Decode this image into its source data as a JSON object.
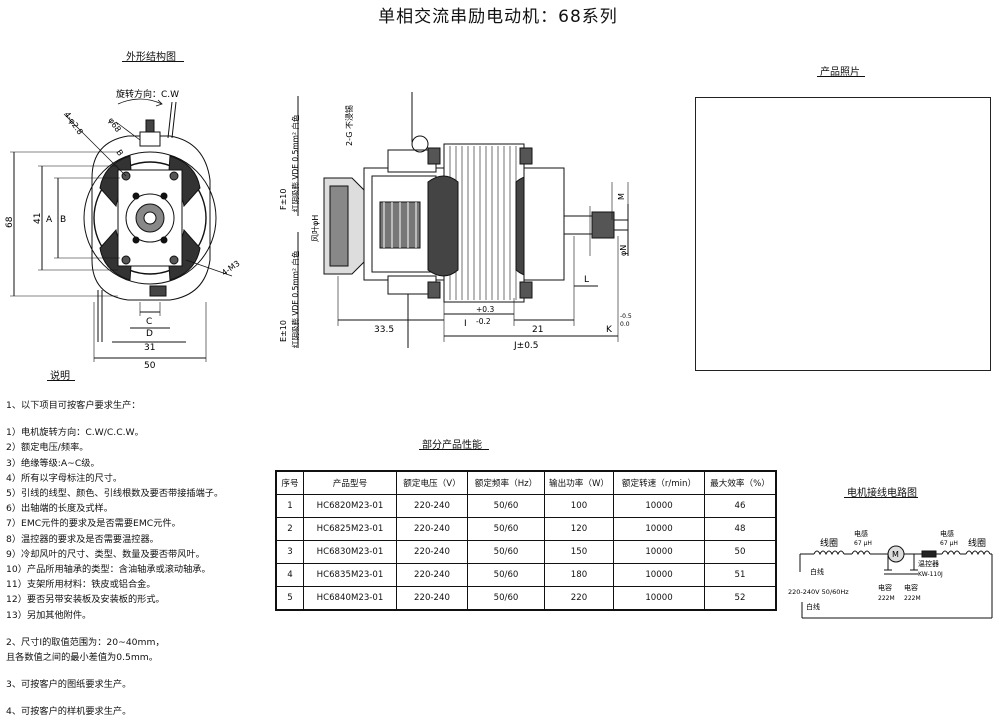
{
  "title": "单相交流串励电动机：68系列",
  "sections": {
    "outline": "外形结构图",
    "photo": "产品照片",
    "notes": "说明",
    "performance": "部分产品性能",
    "wiring": "电机接线电路图"
  },
  "front_view": {
    "rotation": "旋转方向：C.W",
    "dim_68": "68",
    "dim_41": "41",
    "dim_A": "A",
    "dim_B": "B",
    "dim_C": "C",
    "dim_D": "D",
    "dim_31": "31",
    "dim_50": "50",
    "hole1": "4-φ2.8",
    "hole2": "4-M3",
    "phi68": "φ68",
    "letter_b": "B"
  },
  "side_view": {
    "lead_top": "红阴吸膨 VDE 0.5mm² 白色",
    "lead_bottom": "红阴吸膨 VDE 0.5mm² 白色",
    "F_top": "F±10",
    "E_bottom": "E±10",
    "fan": "风叶φH",
    "terminal": "2-G 不浸锡",
    "dim_335": "33.5",
    "dim_I": "I",
    "dim_I_tol_up": "+0.3",
    "dim_I_tol_dn": "-0.2",
    "dim_21": "21",
    "dim_J": "J±0.5",
    "dim_K": "K",
    "dim_K_tol_up": "-0.5",
    "dim_K_tol_dn": "0.0",
    "dim_L": "L",
    "dim_M": "M",
    "dim_N": "φN"
  },
  "notes": [
    "1、以下项目可按客户要求生产：",
    "",
    "1）电机旋转方向：C.W/C.C.W。",
    "2）额定电压/频率。",
    "3）绝缘等级:A~C级。",
    "4）所有以字母标注的尺寸。",
    "5）引线的线型、颜色、引线根数及要否带接插端子。",
    "6）出轴端的长度及式样。",
    "7）EMC元件的要求及是否需要EMC元件。",
    "8）温控器的要求及是否需要温控器。",
    "9）冷却风叶的尺寸、类型、数量及要否带风叶。",
    "10）产品所用轴承的类型：含油轴承或滚动轴承。",
    "11）支架所用材料：铁皮或铝合金。",
    "12）要否另带安装板及安装板的形式。",
    "13）另加其他附件。",
    "",
    "2、尺寸I的取值范围为：20~40mm，",
    "    且各数值之间的最小差值为0.5mm。",
    "",
    "3、可按客户的图纸要求生产。",
    "",
    "4、可按客户的样机要求生产。"
  ],
  "table": {
    "headers": [
      "序号",
      "产品型号",
      "额定电压（V）",
      "额定频率（Hz）",
      "输出功率（W）",
      "额定转速（r/min）",
      "最大效率（%）"
    ],
    "rows": [
      [
        "1",
        "HC6820M23-01",
        "220-240",
        "50/60",
        "100",
        "10000",
        "46"
      ],
      [
        "2",
        "HC6825M23-01",
        "220-240",
        "50/60",
        "120",
        "10000",
        "48"
      ],
      [
        "3",
        "HC6830M23-01",
        "220-240",
        "50/60",
        "150",
        "10000",
        "50"
      ],
      [
        "4",
        "HC6835M23-01",
        "220-240",
        "50/60",
        "180",
        "10000",
        "51"
      ],
      [
        "5",
        "HC6840M23-01",
        "220-240",
        "50/60",
        "220",
        "10000",
        "52"
      ]
    ]
  },
  "wiring": {
    "coil_left": "线圈",
    "inductor_left": "电感",
    "inductor_left_val": "67 μH",
    "motor": "M",
    "inductor_right": "电感",
    "inductor_right_val": "67 μH",
    "coil_right": "线圈",
    "thermostat": "温控器",
    "thermostat_val": "KW-110J",
    "white_wire_top": "白线",
    "supply": "220-240V 50/60Hz",
    "white_wire_bottom": "白线",
    "cap_left": "电容",
    "cap_left_val": "222M",
    "cap_right": "电容",
    "cap_right_val": "222M"
  }
}
